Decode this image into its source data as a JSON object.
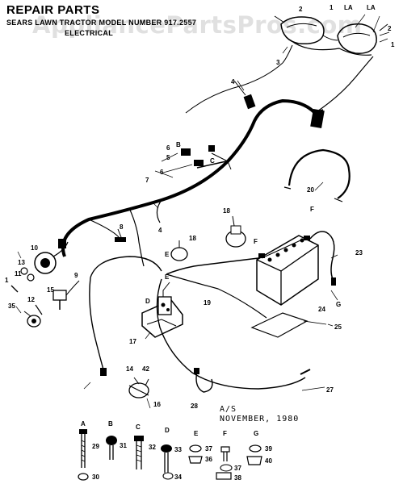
{
  "header": {
    "title": "REPAIR PARTS",
    "subtitle": "SEARS LAWN TRACTOR MODEL NUMBER 917.2557",
    "section": "ELECTRICAL"
  },
  "watermark": "AppliancePartsPros.com",
  "stamp": {
    "code": "A/S",
    "date": "NOVEMBER, 1980"
  },
  "callouts": {
    "c1": "1",
    "c2": "2",
    "c3": "3",
    "c4": "4",
    "c5": "5",
    "c6": "6",
    "c7": "7",
    "c8": "8",
    "c9": "9",
    "c10": "10",
    "c11": "11",
    "c12": "12",
    "c13": "13",
    "c14": "14",
    "c15": "15",
    "c16": "16",
    "c17": "17",
    "c18": "18",
    "c19": "19",
    "c20": "20",
    "c23": "23",
    "c24": "24",
    "c25": "25",
    "c27": "27",
    "c28": "28",
    "c29": "29",
    "c30": "30",
    "c31": "31",
    "c32": "32",
    "c33": "33",
    "c34": "34",
    "c35": "35",
    "c36": "36",
    "c37": "37",
    "c38": "38",
    "c39": "39",
    "c40": "40",
    "c42": "42"
  },
  "letters": {
    "A": "A",
    "B": "B",
    "C": "C",
    "D": "D",
    "E": "E",
    "F": "F",
    "G": "G",
    "LA": "LA"
  }
}
